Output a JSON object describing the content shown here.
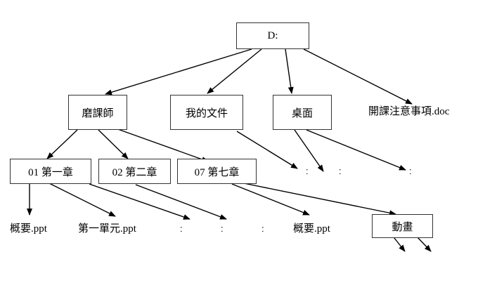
{
  "root": "D:",
  "level1": {
    "teacher": "磨課師",
    "documents": "我的文件",
    "desktop": "桌面",
    "notice_file": "開課注意事項.doc"
  },
  "level2": {
    "ch01": "01 第一章",
    "ch02": "02 第二章",
    "ch07": "07 第七章"
  },
  "leaves": {
    "summary_1": "概要.ppt",
    "unit_1": "第一單元.ppt",
    "ellipsis_a": ":",
    "ellipsis_b": ":",
    "ellipsis_c": ":",
    "summary_7": "概要.ppt",
    "animation": "動畫"
  },
  "mid_ellipses": {
    "a": ":",
    "b": ":",
    "c": ":"
  },
  "colors": {
    "stroke": "#000000",
    "border": "#333333"
  }
}
